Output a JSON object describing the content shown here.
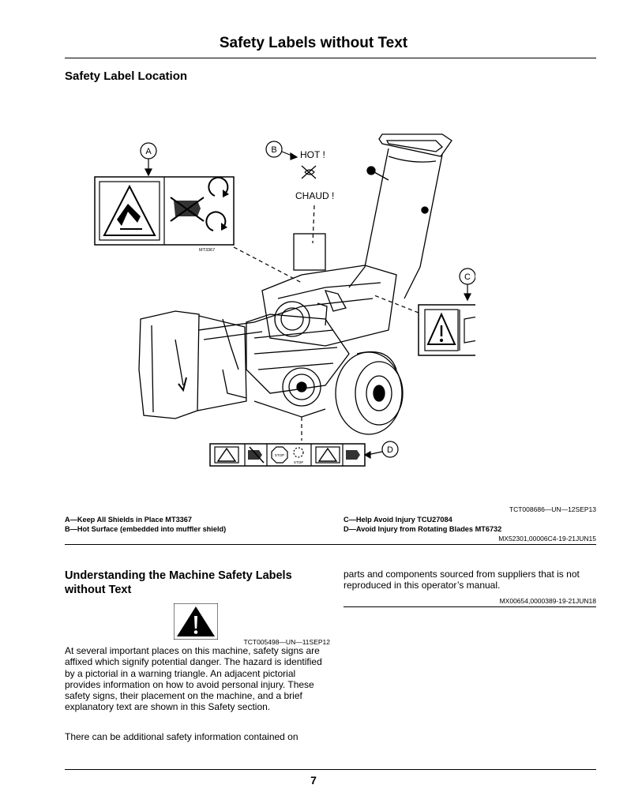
{
  "page": {
    "title": "Safety Labels without Text",
    "subtitle": "Safety Label Location",
    "page_number": "7"
  },
  "figure": {
    "callouts": [
      "A",
      "B",
      "C",
      "D"
    ],
    "label_a_code": "MT3367",
    "hot_en": "HOT !",
    "hot_fr": "CHAUD !",
    "stop_text": "STOP",
    "stop_text_2": "STOP",
    "figure_ref": "TCT008686—UN—12SEP13"
  },
  "captions": {
    "a": "A—Keep All Shields in Place MT3367",
    "b": "B—Hot Surface (embedded into muffler shield)",
    "c": "C—Help Avoid Injury TCU27084",
    "d": "D—Avoid Injury from Rotating Blades MT6732",
    "ref": "MX52301,00006C4-19-21JUN15"
  },
  "section2": {
    "heading": "Understanding the Machine Safety Labels without Text",
    "warning_ref": "TCT005498—UN—11SEP12",
    "para1": "At several important places on this machine, safety signs are affixed which signify potential danger. The hazard is identified by a pictorial in a warning triangle. An adjacent pictorial provides information on how to avoid personal injury. These safety signs, their placement on the machine, and a brief explanatory text are shown in this Safety section.",
    "para2": "There can be additional safety information contained on",
    "right_text": "parts and components sourced from suppliers that is not reproduced in this operator’s manual.",
    "right_ref": "MX00654,0000389-19-21JUN18"
  }
}
